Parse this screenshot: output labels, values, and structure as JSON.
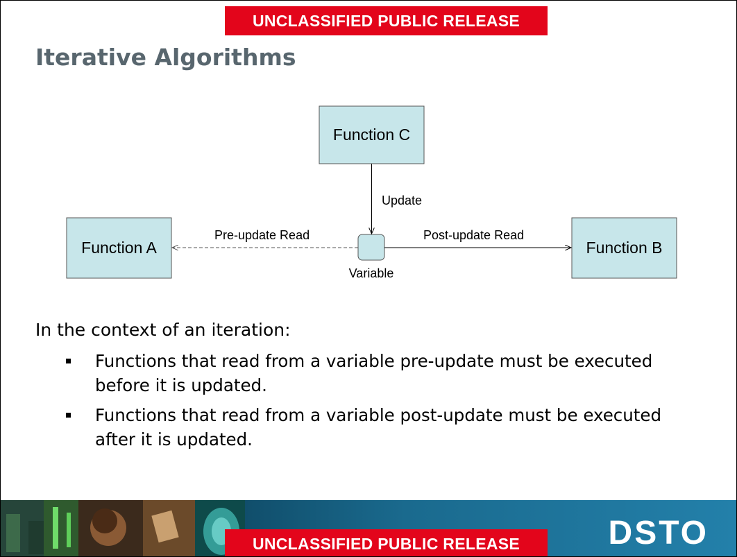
{
  "classification": {
    "top": "UNCLASSIFIED PUBLIC RELEASE",
    "bottom": "UNCLASSIFIED PUBLIC RELEASE"
  },
  "title": "Iterative Algorithms",
  "diagram": {
    "function_c": "Function C",
    "function_a": "Function A",
    "function_b": "Function B",
    "variable": "Variable",
    "update": "Update",
    "pre_update_read": "Pre-update Read",
    "post_update_read": "Post-update Read"
  },
  "body": {
    "intro": "In the context of an iteration:",
    "bullets": [
      "Functions that read from a variable pre-update must be executed before it is updated.",
      "Functions that read from a variable post-update must be executed after it is updated."
    ]
  },
  "footer": {
    "logo": "DSTO"
  },
  "colors": {
    "banner": "#e3051b",
    "box_fill": "#c7e6ea",
    "title": "#58666e"
  }
}
